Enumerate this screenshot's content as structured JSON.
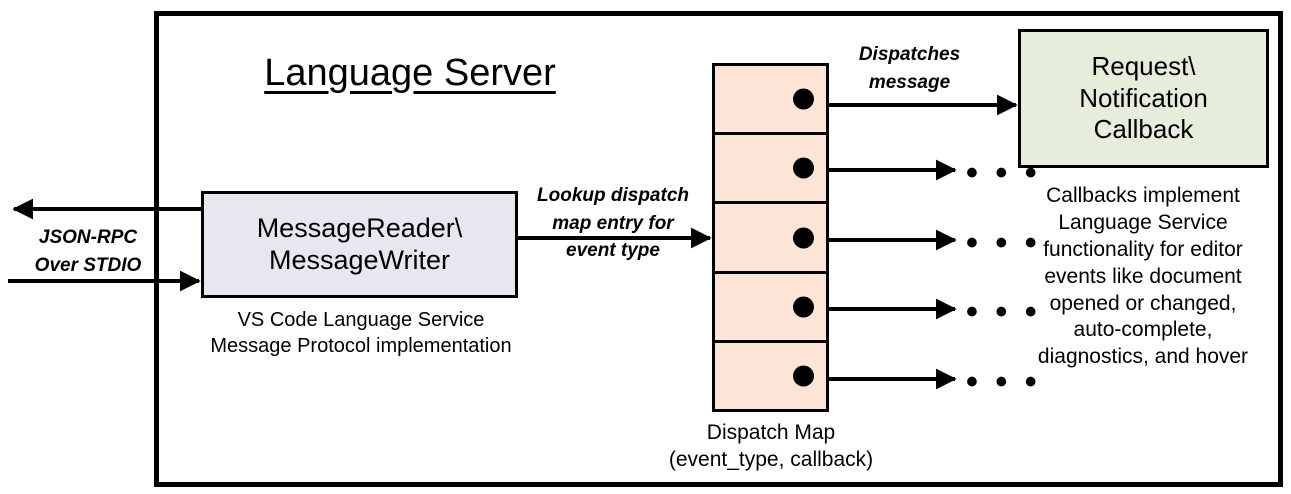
{
  "diagram": {
    "title": "Language Server",
    "outer_frame": {
      "name": "language-server-boundary"
    },
    "external_io": {
      "label": "JSON-RPC\nOver STDIO",
      "outgoing_arrow_name": "outgoing-jsonrpc-arrow",
      "incoming_arrow_name": "incoming-jsonrpc-arrow"
    },
    "message_io_node": {
      "label": "MessageReader\\\nMessageWriter",
      "caption": "VS Code Language Service\nMessage Protocol implementation",
      "fill_color": "#EAE6F0",
      "border_color": "#000000"
    },
    "lookup_edge": {
      "label": "Lookup dispatch\nmap entry for\nevent type"
    },
    "dispatch_map": {
      "caption": "Dispatch Map\n(event_type, callback)",
      "fill_color": "#FCE5D6",
      "border_color": "#000000",
      "row_count": 5,
      "rows": [
        {
          "index": 1,
          "has_dot": true,
          "target": "callback-box"
        },
        {
          "index": 2,
          "has_dot": true,
          "target": "ellipsis"
        },
        {
          "index": 3,
          "has_dot": true,
          "target": "ellipsis"
        },
        {
          "index": 4,
          "has_dot": true,
          "target": "ellipsis"
        },
        {
          "index": 5,
          "has_dot": true,
          "target": "ellipsis"
        }
      ],
      "ellipsis_glyph": "• • •"
    },
    "dispatch_edge": {
      "label": "Dispatches\nmessage"
    },
    "callback_node": {
      "label": "Request\\\nNotification\nCallback",
      "caption": "Callbacks implement\nLanguage Service\nfunctionality for editor\nevents like document\nopened or changed,\nauto-complete,\ndiagnostics, and hover",
      "fill_color": "#E6EDDA",
      "border_color": "#000000"
    }
  }
}
